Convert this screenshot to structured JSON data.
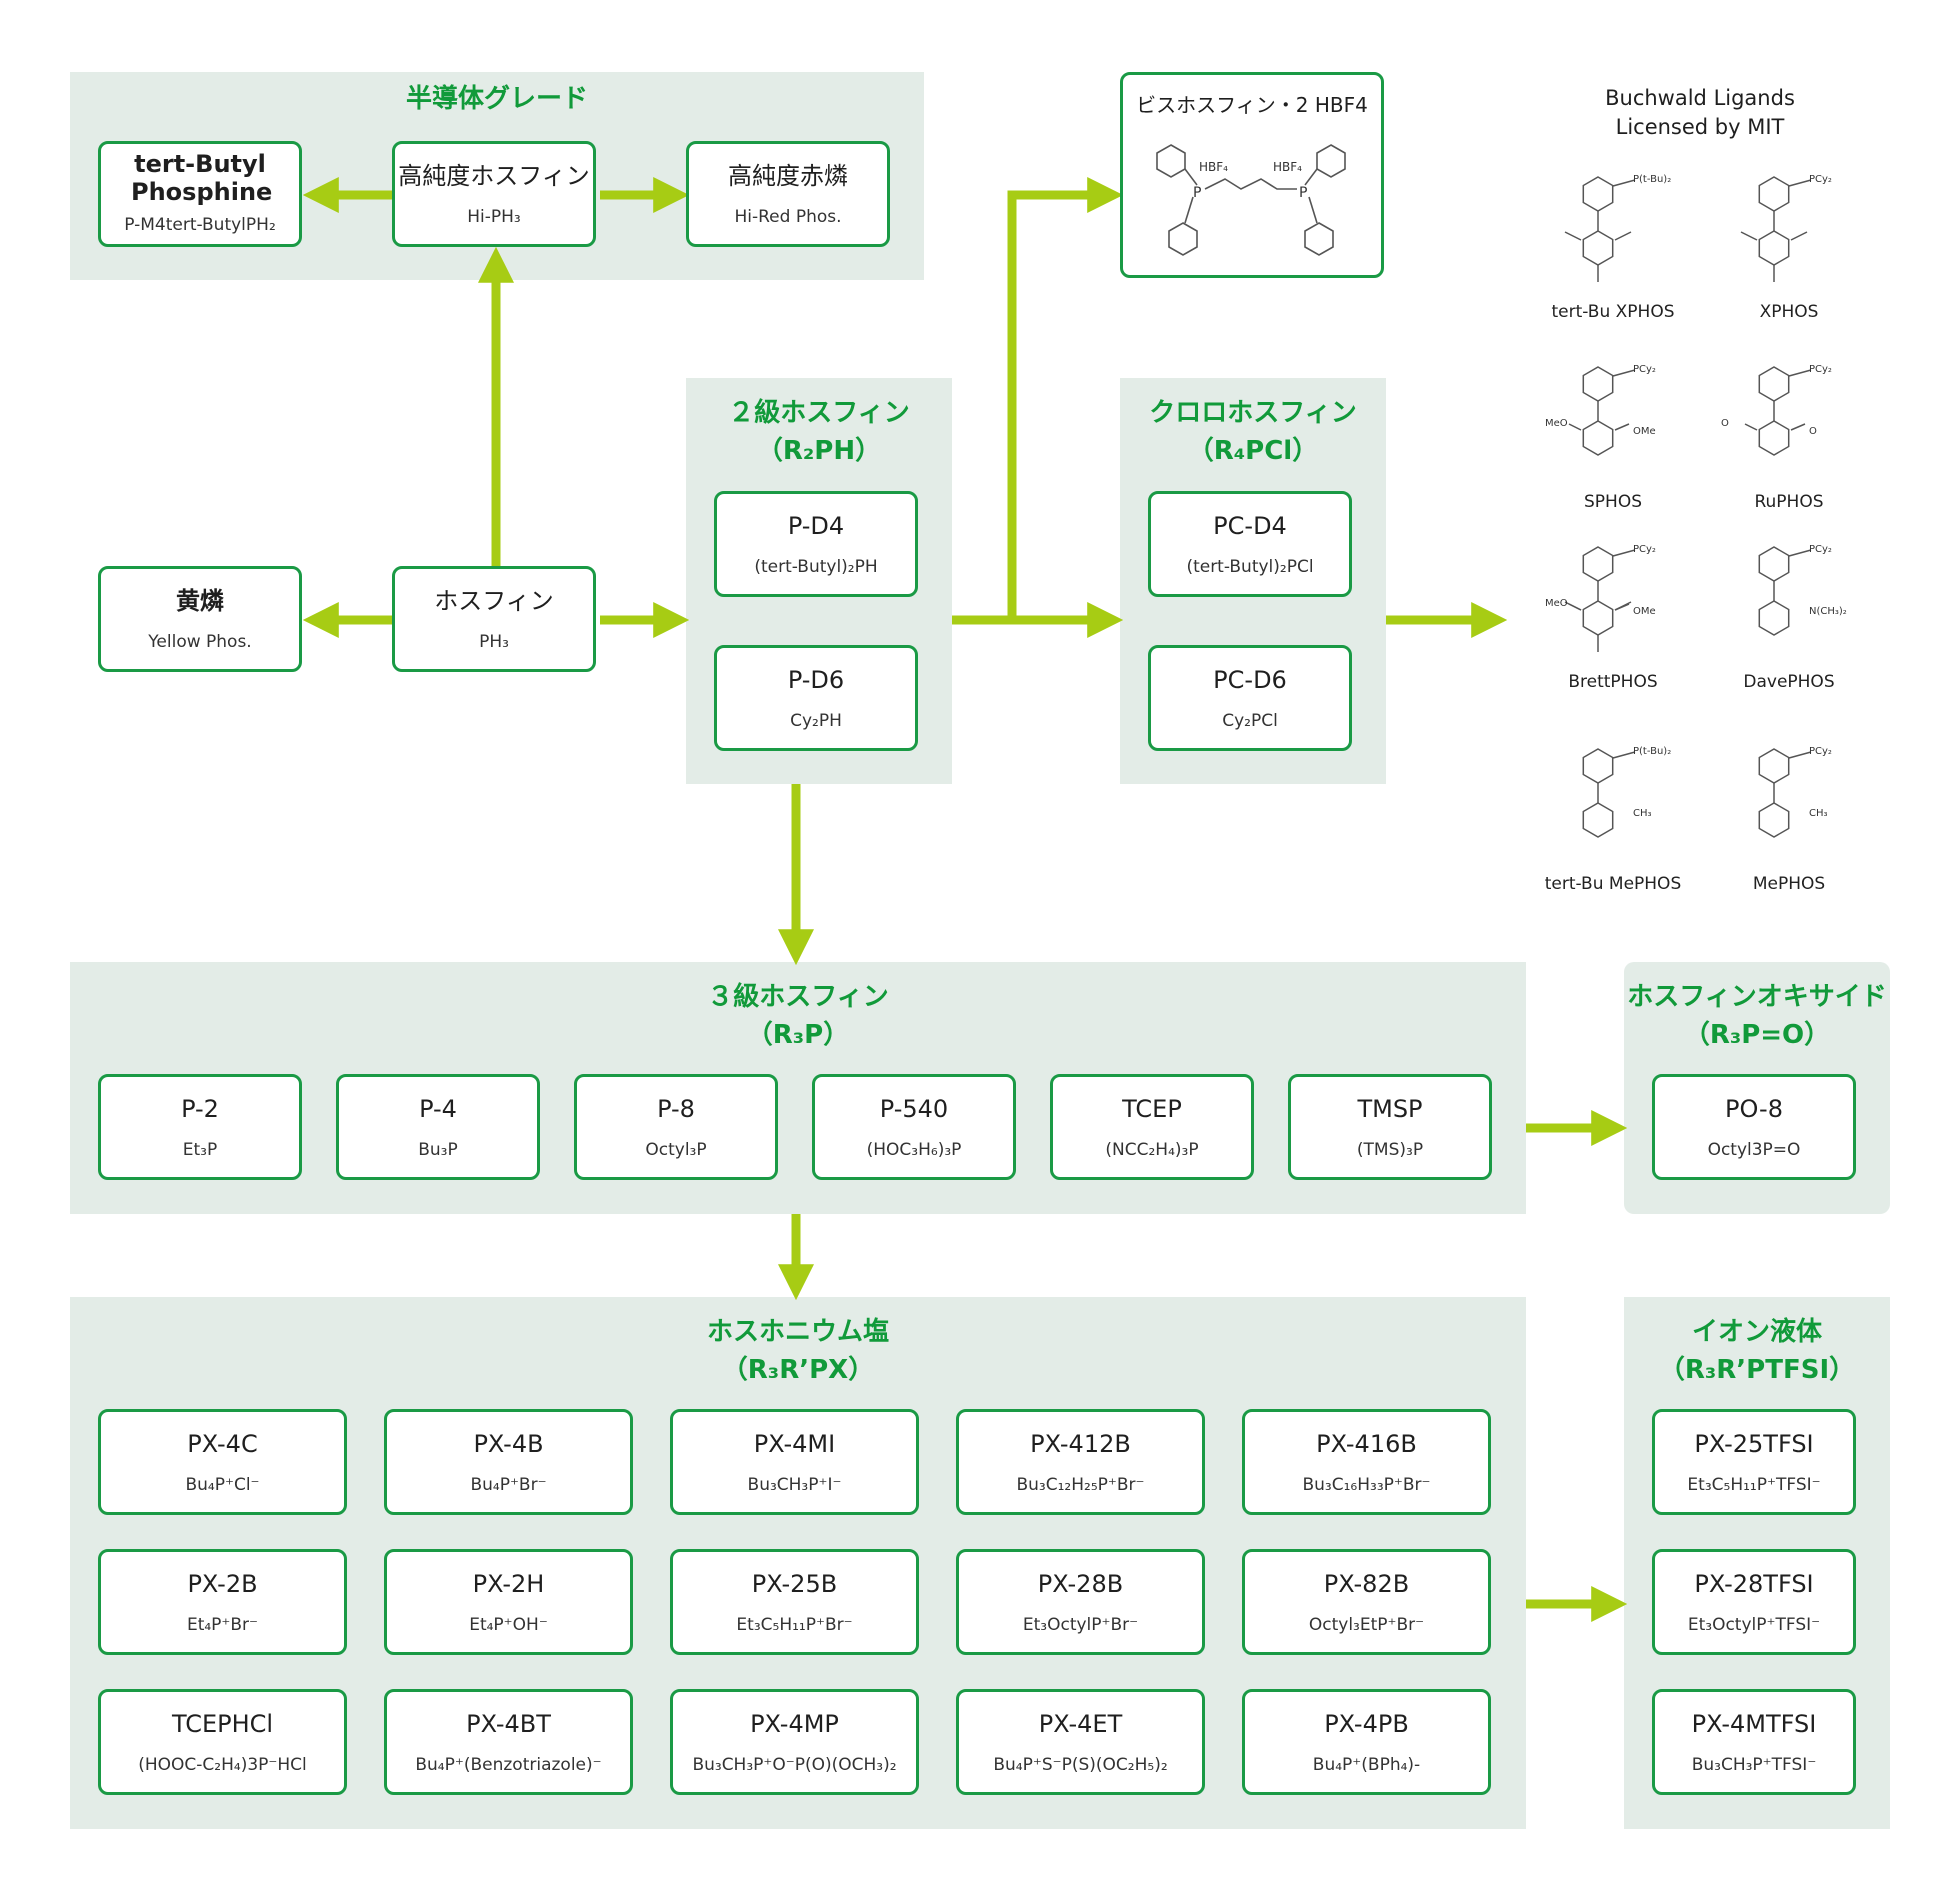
{
  "colors": {
    "green_text": "#119a3a",
    "box_border": "#1a9a45",
    "arrow": "#a7cc14",
    "panel_bg": "#e3ece7"
  },
  "semiconductor": {
    "title": "半導体グレード",
    "tbp": {
      "title": "tert-Butyl Phosphine",
      "sub": "P-M4tert-ButylPH₂"
    },
    "hph3": {
      "title": "高純度ホスフィン",
      "sub": "Hi-PH₃"
    },
    "hred": {
      "title": "高純度赤燐",
      "sub": "Hi-Red Phos."
    }
  },
  "yellow": {
    "title": "黄燐",
    "sub": "Yellow Phos."
  },
  "phosphine": {
    "title": "ホスフィン",
    "sub": "PH₃"
  },
  "secondary": {
    "title": "２級ホスフィン",
    "formula": "（R₂PH）",
    "pd4": {
      "title": "P-D4",
      "sub": "(tert-Butyl)₂PH"
    },
    "pd6": {
      "title": "P-D6",
      "sub": "Cy₂PH"
    }
  },
  "bis": {
    "title": "ビスホスフィン・2 HBF4",
    "hbf_left": "HBF₄",
    "hbf_right": "HBF₄",
    "p": "P"
  },
  "chloro": {
    "title": "クロロホスフィン",
    "formula": "（R₄PCl）",
    "pcd4": {
      "title": "PC-D4",
      "sub": "(tert-Butyl)₂PCl"
    },
    "pcd6": {
      "title": "PC-D6",
      "sub": "Cy₂PCl"
    }
  },
  "buchwald": {
    "title": [
      "Buchwald Ligands",
      "Licensed by MIT"
    ],
    "ligands": [
      {
        "name": "tert-Bu XPHOS",
        "group": "P(t-Bu)₂"
      },
      {
        "name": "XPHOS",
        "group": "PCy₂"
      },
      {
        "name": "SPHOS",
        "group": "PCy₂",
        "left": "MeO",
        "right": "OMe"
      },
      {
        "name": "RuPHOS",
        "group": "PCy₂",
        "left": "O",
        "right": "O"
      },
      {
        "name": "BrettPHOS",
        "group": "PCy₂",
        "left": "MeO",
        "right": "OMe"
      },
      {
        "name": "DavePHOS",
        "group": "PCy₂",
        "right": "N(CH₃)₂"
      },
      {
        "name": "tert-Bu MePHOS",
        "group": "P(t-Bu)₂",
        "right": "CH₃"
      },
      {
        "name": "MePHOS",
        "group": "PCy₂",
        "right": "CH₃"
      }
    ]
  },
  "tertiary": {
    "title": "３級ホスフィン",
    "formula": "（R₃P）",
    "items": [
      {
        "title": "P-2",
        "sub": "Et₃P"
      },
      {
        "title": "P-4",
        "sub": "Bu₃P"
      },
      {
        "title": "P-8",
        "sub": "Octyl₃P"
      },
      {
        "title": "P-540",
        "sub": "(HOC₃H₆)₃P"
      },
      {
        "title": "TCEP",
        "sub": "(NCC₂H₄)₃P"
      },
      {
        "title": "TMSP",
        "sub": "(TMS)₃P"
      }
    ]
  },
  "oxide": {
    "title": "ホスフィンオキサイド",
    "formula": "（R₃P=O）",
    "po8": {
      "title": "PO-8",
      "sub": "Octyl3P=O"
    }
  },
  "salts": {
    "title": "ホスホニウム塩",
    "formula": "（R₃R’PX）",
    "items": [
      {
        "title": "PX-4C",
        "sub": "Bu₄P⁺Cl⁻"
      },
      {
        "title": "PX-4B",
        "sub": "Bu₄P⁺Br⁻"
      },
      {
        "title": "PX-4MI",
        "sub": "Bu₃CH₃P⁺I⁻"
      },
      {
        "title": "PX-412B",
        "sub": "Bu₃C₁₂H₂₅P⁺Br⁻"
      },
      {
        "title": "PX-416B",
        "sub": "Bu₃C₁₆H₃₃P⁺Br⁻"
      },
      {
        "title": "PX-2B",
        "sub": "Et₄P⁺Br⁻"
      },
      {
        "title": "PX-2H",
        "sub": "Et₄P⁺OH⁻"
      },
      {
        "title": "PX-25B",
        "sub": "Et₃C₅H₁₁P⁺Br⁻"
      },
      {
        "title": "PX-28B",
        "sub": "Et₃OctylP⁺Br⁻"
      },
      {
        "title": "PX-82B",
        "sub": "Octyl₃EtP⁺Br⁻"
      },
      {
        "title": "TCEPHCl",
        "sub": "(HOOC-C₂H₄)3P⁻HCl"
      },
      {
        "title": "PX-4BT",
        "sub": "Bu₄P⁺(Benzotriazole)⁻"
      },
      {
        "title": "PX-4MP",
        "sub": "Bu₃CH₃P⁺O⁻P(O)(OCH₃)₂"
      },
      {
        "title": "PX-4ET",
        "sub": "Bu₄P⁺S⁻P(S)(OC₂H₅)₂"
      },
      {
        "title": "PX-4PB",
        "sub": "Bu₄P⁺(BPh₄)-"
      }
    ]
  },
  "ionic": {
    "title": "イオン液体",
    "formula": "（R₃R’PTFSI）",
    "items": [
      {
        "title": "PX-25TFSI",
        "sub": "Et₃C₅H₁₁P⁺TFSI⁻"
      },
      {
        "title": "PX-28TFSI",
        "sub": "Et₃OctylP⁺TFSI⁻"
      },
      {
        "title": "PX-4MTFSI",
        "sub": "Bu₃CH₃P⁺TFSI⁻"
      }
    ]
  }
}
